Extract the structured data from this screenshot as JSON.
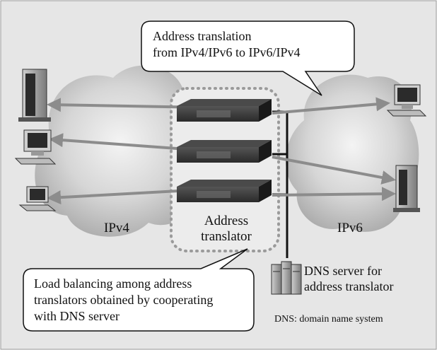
{
  "diagram": {
    "callout_top": {
      "line1": "Address translation",
      "line2": "from IPv4/IPv6 to IPv6/IPv4"
    },
    "callout_bottom": {
      "line1": "Load balancing among address",
      "line2": "translators obtained by cooperating",
      "line3": "with DNS server"
    },
    "cloud_left_label": "IPv4",
    "cloud_right_label": "IPv6",
    "translator_label": {
      "line1": "Address",
      "line2": "translator"
    },
    "dns_server_label": {
      "line1": "DNS server for",
      "line2": "address translator"
    },
    "footnote": "DNS: domain name system",
    "colors": {
      "background_panel": "#e6e6e6",
      "arrow": "#8c8c8c",
      "translator_box_dots": "#9a9a9a",
      "device_dark": "#2b2b2b"
    }
  }
}
